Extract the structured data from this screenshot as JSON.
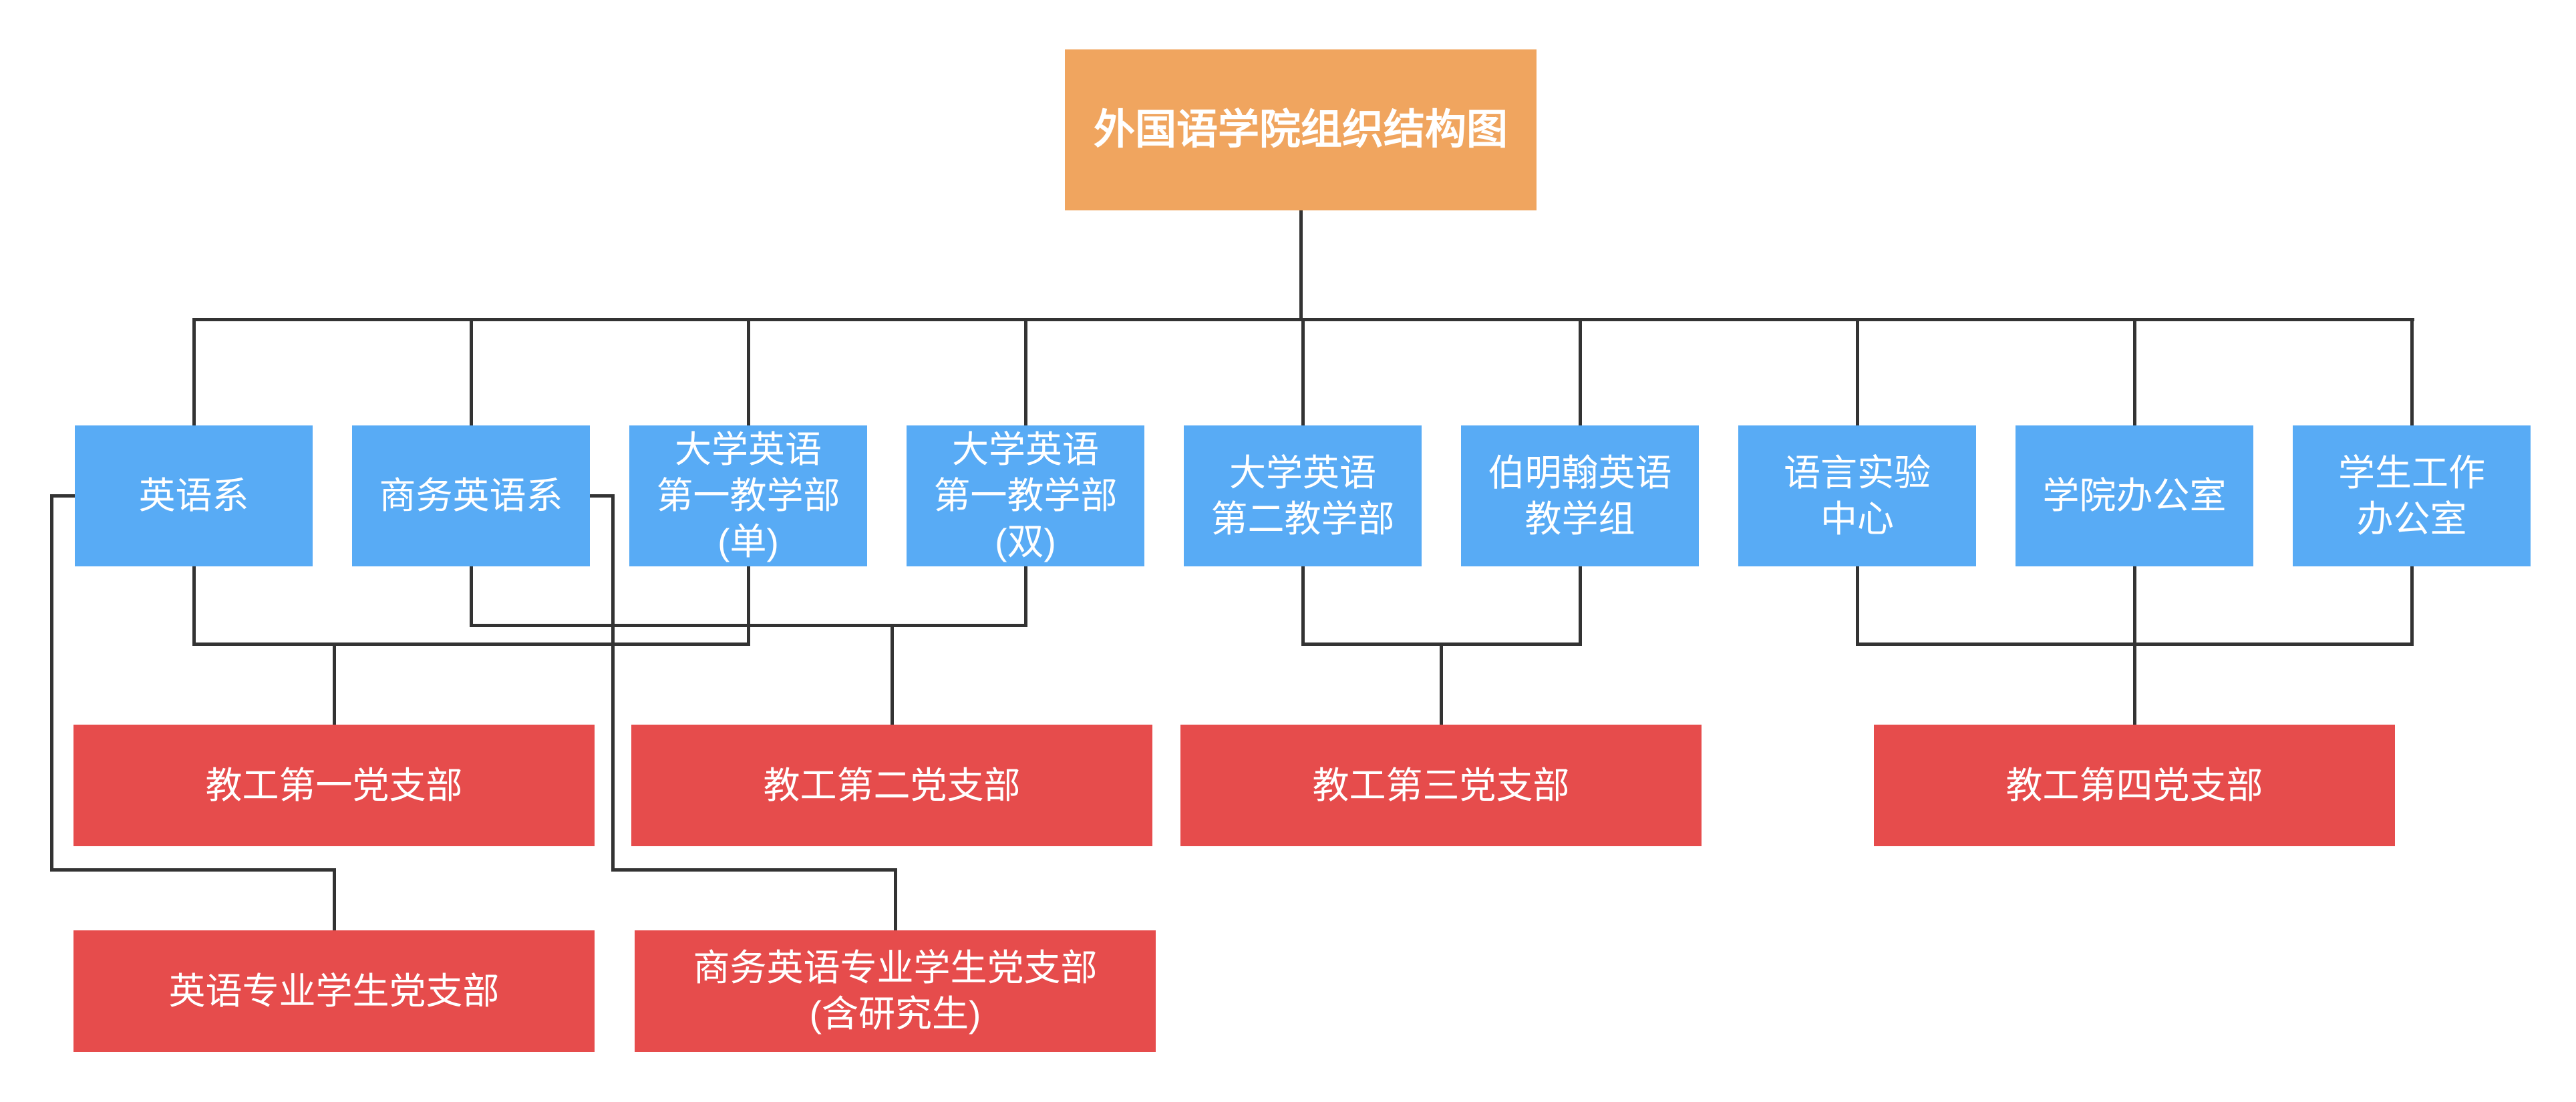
{
  "title": {
    "label": "外国语学院组织结构图"
  },
  "colors": {
    "root_fill": "#F0A55F",
    "department_fill": "#58ABF5",
    "party_branch_fill": "#E64C4C",
    "connector": "#333333",
    "text": "#FFFFFF",
    "background": "#FFFFFF"
  },
  "departments": [
    {
      "label": "英语系"
    },
    {
      "label": "商务英语系"
    },
    {
      "label": "大学英语\n第一教学部\n(单)"
    },
    {
      "label": "大学英语\n第一教学部\n(双)"
    },
    {
      "label": "大学英语\n第二教学部"
    },
    {
      "label": "伯明翰英语\n教学组"
    },
    {
      "label": "语言实验\n中心"
    },
    {
      "label": "学院办公室"
    },
    {
      "label": "学生工作\n办公室"
    }
  ],
  "faculty_party_branches": [
    {
      "label": "教工第一党支部"
    },
    {
      "label": "教工第二党支部"
    },
    {
      "label": "教工第三党支部"
    },
    {
      "label": "教工第四党支部"
    }
  ],
  "student_party_branches": [
    {
      "label": "英语专业学生党支部"
    },
    {
      "label": "商务英语专业学生党支部\n(含研究生)"
    }
  ]
}
